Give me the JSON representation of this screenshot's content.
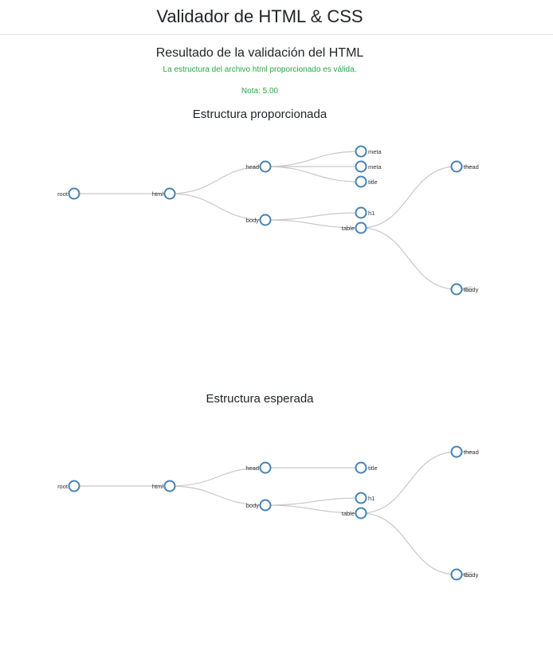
{
  "header": {
    "title": "Validador de HTML & CSS"
  },
  "result": {
    "title": "Resultado de la validación del HTML",
    "message": "La estructura del archivo html proporcionado es válida.",
    "grade": "Nota: 5.00"
  },
  "colors": {
    "success": "#28a745",
    "node_stroke": "#4682b4",
    "link": "#c8c8c8"
  },
  "provided": {
    "title": "Estructura proporcionada",
    "nodes": [
      {
        "id": "root",
        "label": "root",
        "parent": null
      },
      {
        "id": "html",
        "label": "html",
        "parent": "root"
      },
      {
        "id": "head",
        "label": "head",
        "parent": "html"
      },
      {
        "id": "body",
        "label": "body",
        "parent": "html"
      },
      {
        "id": "meta1",
        "label": "meta",
        "parent": "head"
      },
      {
        "id": "meta2",
        "label": "meta",
        "parent": "head"
      },
      {
        "id": "title",
        "label": "title",
        "parent": "head"
      },
      {
        "id": "h1",
        "label": "h1",
        "parent": "body"
      },
      {
        "id": "table",
        "label": "table",
        "parent": "body"
      },
      {
        "id": "thead",
        "label": "thead",
        "parent": "table"
      },
      {
        "id": "tbody",
        "label": "tbody",
        "parent": "table"
      }
    ]
  },
  "expected": {
    "title": "Estructura esperada",
    "nodes": [
      {
        "id": "root",
        "label": "root",
        "parent": null
      },
      {
        "id": "html",
        "label": "html",
        "parent": "root"
      },
      {
        "id": "head",
        "label": "head",
        "parent": "html"
      },
      {
        "id": "body",
        "label": "body",
        "parent": "html"
      },
      {
        "id": "title",
        "label": "title",
        "parent": "head"
      },
      {
        "id": "h1",
        "label": "h1",
        "parent": "body"
      },
      {
        "id": "table",
        "label": "table",
        "parent": "body"
      },
      {
        "id": "thead",
        "label": "thead",
        "parent": "table"
      },
      {
        "id": "tbody",
        "label": "tbody",
        "parent": "table"
      }
    ]
  }
}
